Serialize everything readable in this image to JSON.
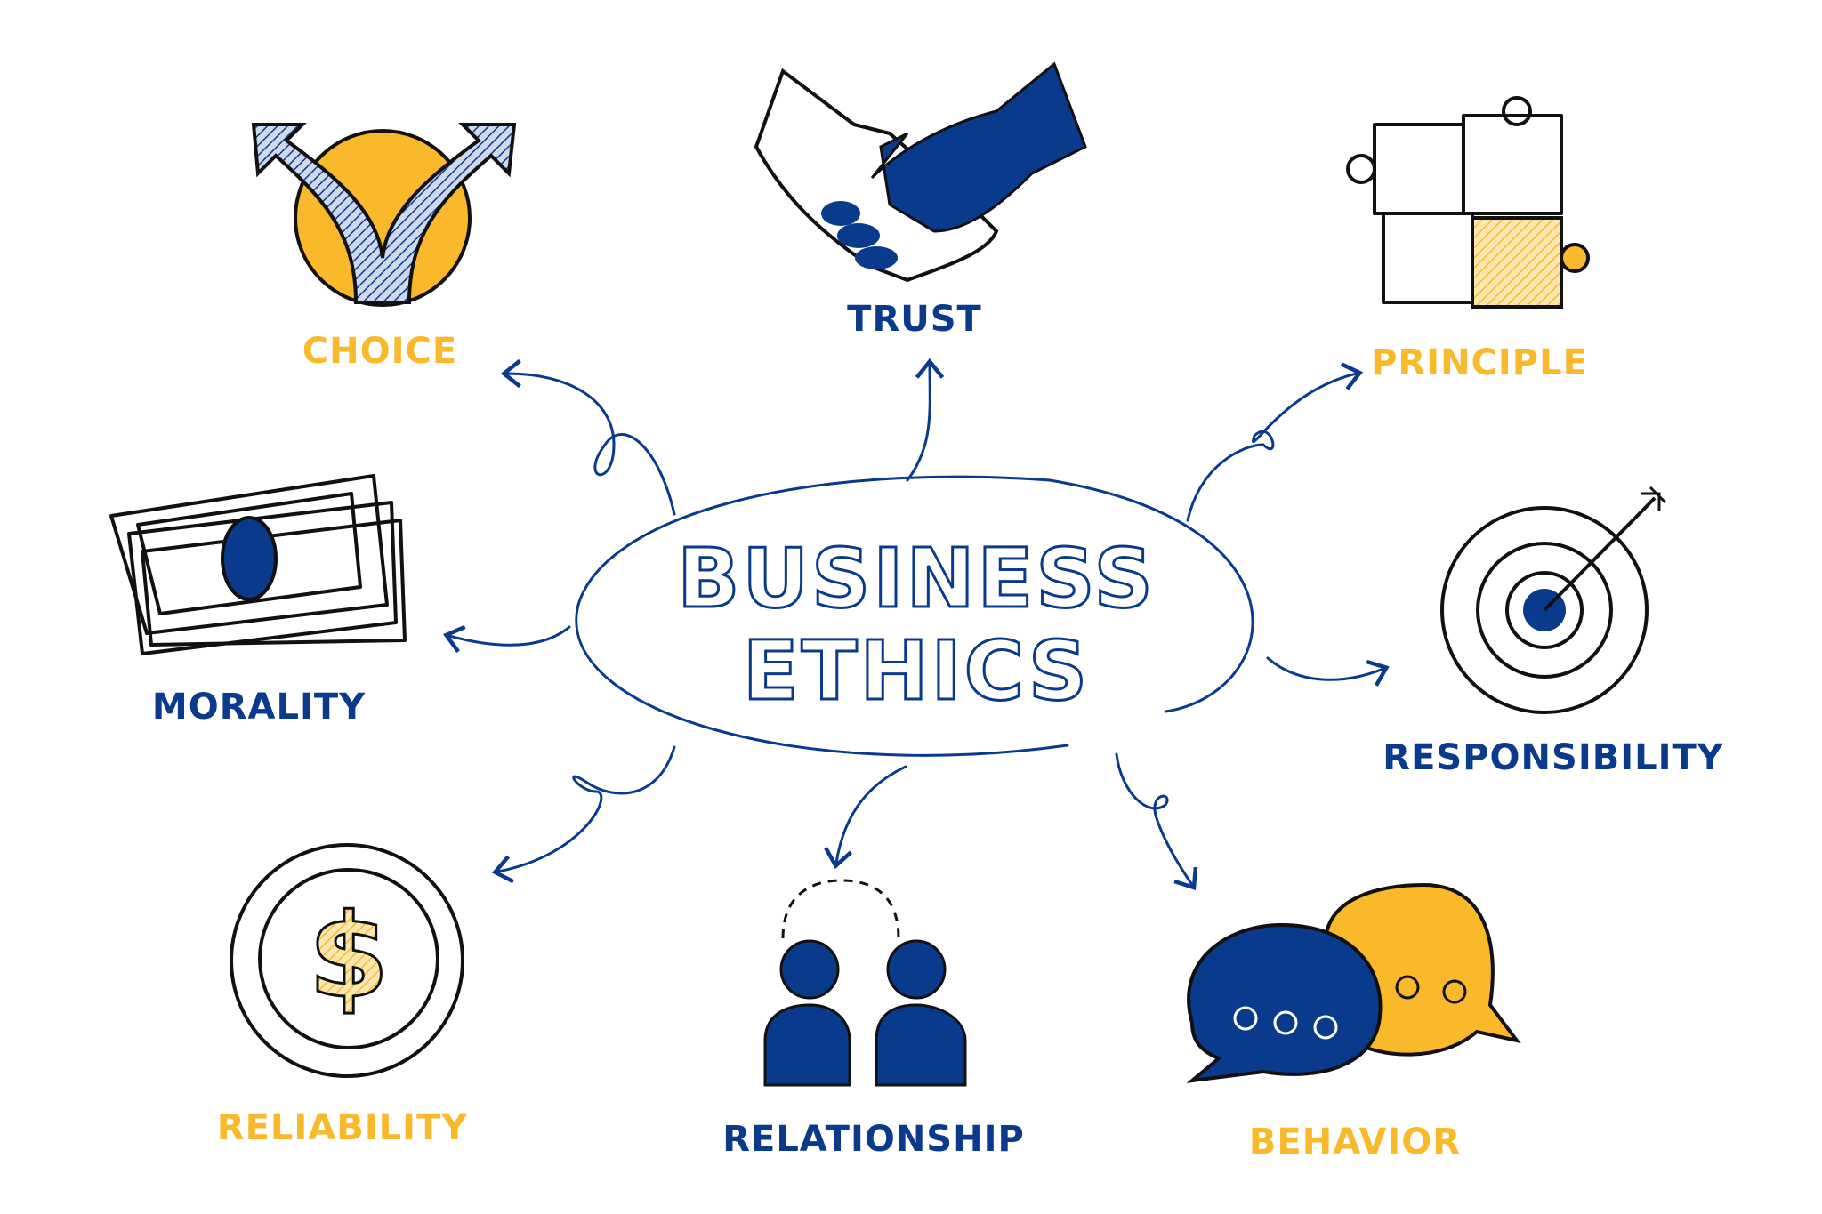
{
  "title": {
    "line1": "BUSINESS",
    "line2": "ETHICS"
  },
  "colors": {
    "blue": "#0a3a8c",
    "yellow": "#f9b92b",
    "ink": "#111111"
  },
  "nodes": [
    {
      "label": "CHOICE",
      "color": "yellow",
      "icon": "diverging-arrows-icon"
    },
    {
      "label": "TRUST",
      "color": "blue",
      "icon": "handshake-icon"
    },
    {
      "label": "PRINCIPLE",
      "color": "yellow",
      "icon": "puzzle-icon"
    },
    {
      "label": "MORALITY",
      "color": "blue",
      "icon": "banknote-icon"
    },
    {
      "label": "RESPONSIBILITY",
      "color": "blue",
      "icon": "target-icon"
    },
    {
      "label": "RELIABILITY",
      "color": "yellow",
      "icon": "dollar-coin-icon"
    },
    {
      "label": "RELATIONSHIP",
      "color": "blue",
      "icon": "people-icon"
    },
    {
      "label": "BEHAVIOR",
      "color": "yellow",
      "icon": "speech-bubbles-icon"
    }
  ]
}
